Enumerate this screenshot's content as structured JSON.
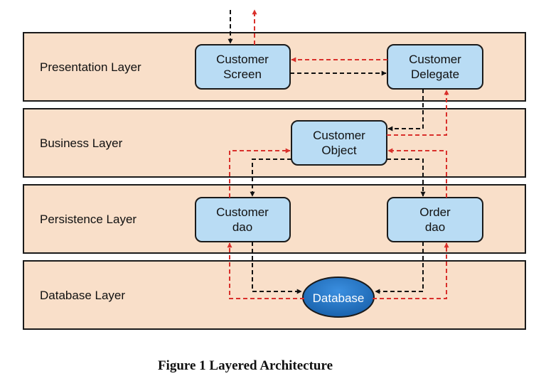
{
  "layers": {
    "presentation": "Presentation Layer",
    "business": "Business Layer",
    "persistence": "Persistence Layer",
    "database": "Database Layer"
  },
  "nodes": {
    "customer_screen": [
      "Customer",
      "Screen"
    ],
    "customer_delegate": [
      "Customer",
      "Delegate"
    ],
    "customer_object": [
      "Customer",
      "Object"
    ],
    "customer_dao": [
      "Customer",
      "dao"
    ],
    "order_dao": [
      "Order",
      "dao"
    ],
    "database": "Database"
  },
  "caption": "Figure 1 Layered Architecture",
  "colors": {
    "layer_fill": "#f9dfc9",
    "node_fill": "#b9dcf4",
    "database_fill": "#1f72c2",
    "request_flow": "#111111",
    "response_flow": "#d9302b"
  }
}
